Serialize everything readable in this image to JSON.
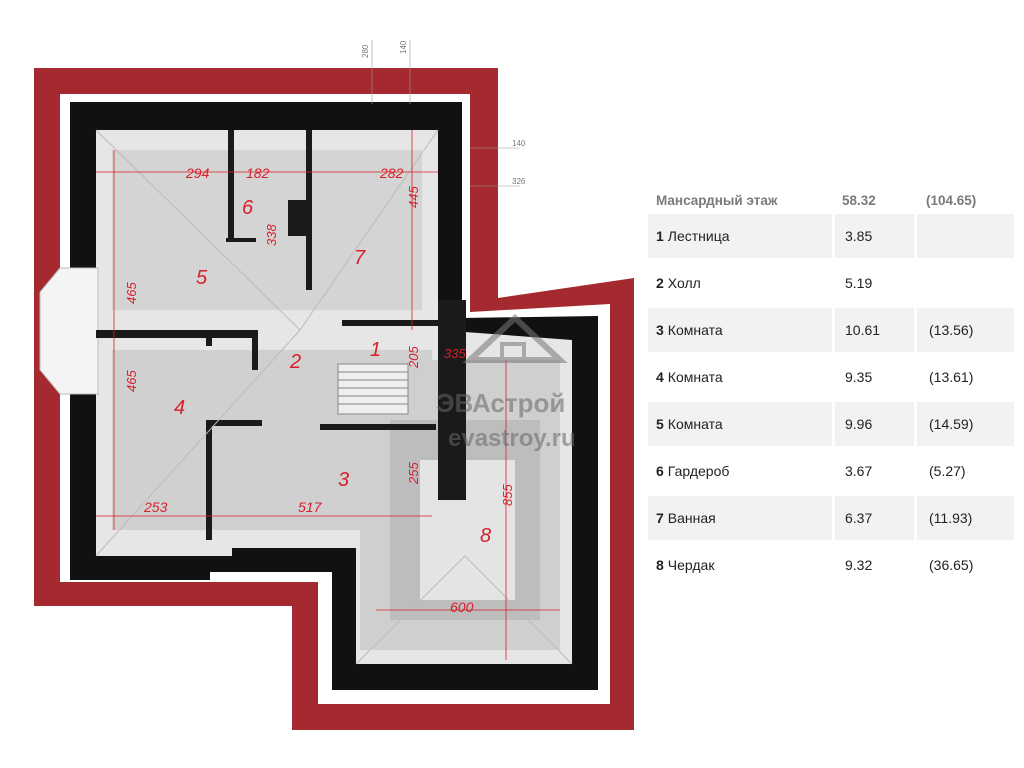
{
  "plan": {
    "rooms": [
      {
        "number": "1",
        "name": "Лестница"
      },
      {
        "number": "2",
        "name": "Холл"
      },
      {
        "number": "3",
        "name": "Комната"
      },
      {
        "number": "4",
        "name": "Комната"
      },
      {
        "number": "5",
        "name": "Комната"
      },
      {
        "number": "6",
        "name": "Гардероб"
      },
      {
        "number": "7",
        "name": "Ванная"
      },
      {
        "number": "8",
        "name": "Чердак"
      }
    ],
    "dimensions": {
      "d294": "294",
      "d182": "182",
      "d282": "282",
      "d445": "445",
      "d338": "338",
      "d465a": "465",
      "d465b": "465",
      "d205": "205",
      "d335": "335",
      "d255": "255",
      "d253": "253",
      "d517": "517",
      "d855": "855",
      "d600": "600",
      "t280": "280",
      "t140a": "140",
      "t140b": "140",
      "t326": "326"
    },
    "watermark": {
      "brand": "ЭВАстрой",
      "site": "evastroy.ru"
    },
    "colors": {
      "roof": "#a52a2f",
      "wall": "#111111",
      "floor": "#d4d4d4",
      "label": "#d8202a"
    }
  },
  "table": {
    "title": "Мансардный этаж",
    "total": "58.32",
    "total_gross": "(104.65)",
    "rows": [
      {
        "num": "1",
        "name": "Лестница",
        "area": "3.85",
        "gross": ""
      },
      {
        "num": "2",
        "name": "Холл",
        "area": "5.19",
        "gross": ""
      },
      {
        "num": "3",
        "name": "Комната",
        "area": "10.61",
        "gross": "(13.56)"
      },
      {
        "num": "4",
        "name": "Комната",
        "area": "9.35",
        "gross": "(13.61)"
      },
      {
        "num": "5",
        "name": "Комната",
        "area": "9.96",
        "gross": "(14.59)"
      },
      {
        "num": "6",
        "name": "Гардероб",
        "area": "3.67",
        "gross": "(5.27)"
      },
      {
        "num": "7",
        "name": "Ванная",
        "area": "6.37",
        "gross": "(11.93)"
      },
      {
        "num": "8",
        "name": "Чердак",
        "area": "9.32",
        "gross": "(36.65)"
      }
    ]
  }
}
